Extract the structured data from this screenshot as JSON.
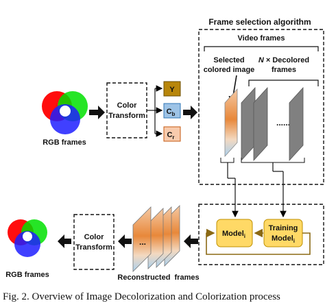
{
  "figure": {
    "top_caption_fragment": "",
    "frame_selection_title": "Frame selection algorithm",
    "video_frames_label": "Video frames",
    "selected_label_line1": "Selected",
    "selected_label_line2": "colored image",
    "decolored_prefix": "N",
    "decolored_line1_rest": " × Decolored",
    "decolored_line2": "frames",
    "rgb_frames_top": "RGB frames",
    "rgb_frames_bottom": "RGB frames",
    "color_transform_top_line1": "Color",
    "color_transform_top_line2": "Transform",
    "color_transform_bottom_line1": "Color",
    "color_transform_bottom_line2": "Transform",
    "channel_y": "Y",
    "channel_cb_main": "C",
    "channel_cb_sub": "b",
    "channel_cr_main": "C",
    "channel_cr_sub": "r",
    "model_main": "Model",
    "model_sub": "i",
    "training_line1": "Training",
    "training_line2_main": "Model",
    "training_line2_sub": "i",
    "reconstructed_label": "Reconstructed  frames",
    "dots_top": "......",
    "dots_bottom": "...",
    "caption": "Fig. 2. Overview of Image Decolorization and Colorization process",
    "colors": {
      "y_box": "#b8860b",
      "cb_box": "#9dc3e6",
      "cr_box": "#f8cbad",
      "model_fill": "#ffd966",
      "arrow_brown": "#8b6914",
      "frame_gray": "#808080"
    }
  }
}
